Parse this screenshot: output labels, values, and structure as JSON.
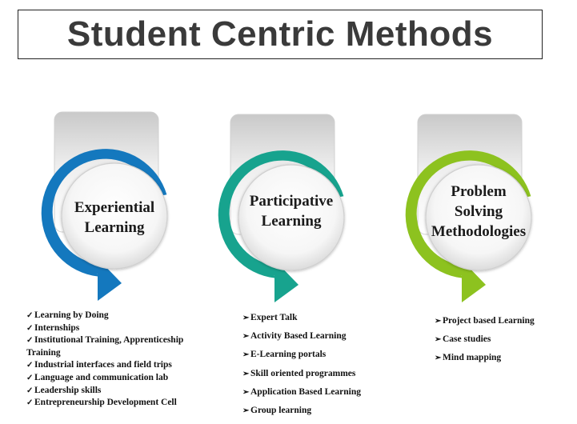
{
  "title": "Student Centric Methods",
  "colors": {
    "blue": "#1478be",
    "teal": "#17a38e",
    "green": "#8dc21f",
    "title_text": "#3a3a3a"
  },
  "methods": [
    {
      "label": "Experiential Learning",
      "label_lines": [
        "Experiential",
        "Learning"
      ],
      "color": "#1478be",
      "bullet_icon": "check-mark",
      "items": [
        "Learning by Doing",
        "Internships",
        "Institutional Training, Apprenticeship Training",
        "Industrial interfaces and field trips",
        "Language and communication lab",
        "Leadership skills",
        "Entrepreneurship Development Cell"
      ]
    },
    {
      "label": "Participative Learning",
      "label_lines": [
        "Participative",
        "Learning"
      ],
      "color": "#17a38e",
      "bullet_icon": "arrow-head",
      "items": [
        "Expert Talk",
        "Activity Based Learning",
        "E-Learning portals",
        "Skill oriented programmes",
        "Application Based Learning",
        "Group learning"
      ]
    },
    {
      "label": "Problem Solving Methodologies",
      "label_lines": [
        "Problem",
        "Solving",
        "Methodologies"
      ],
      "color": "#8dc21f",
      "bullet_icon": "arrow-head",
      "items": [
        "Project based Learning",
        "Case studies",
        "Mind mapping"
      ]
    }
  ]
}
